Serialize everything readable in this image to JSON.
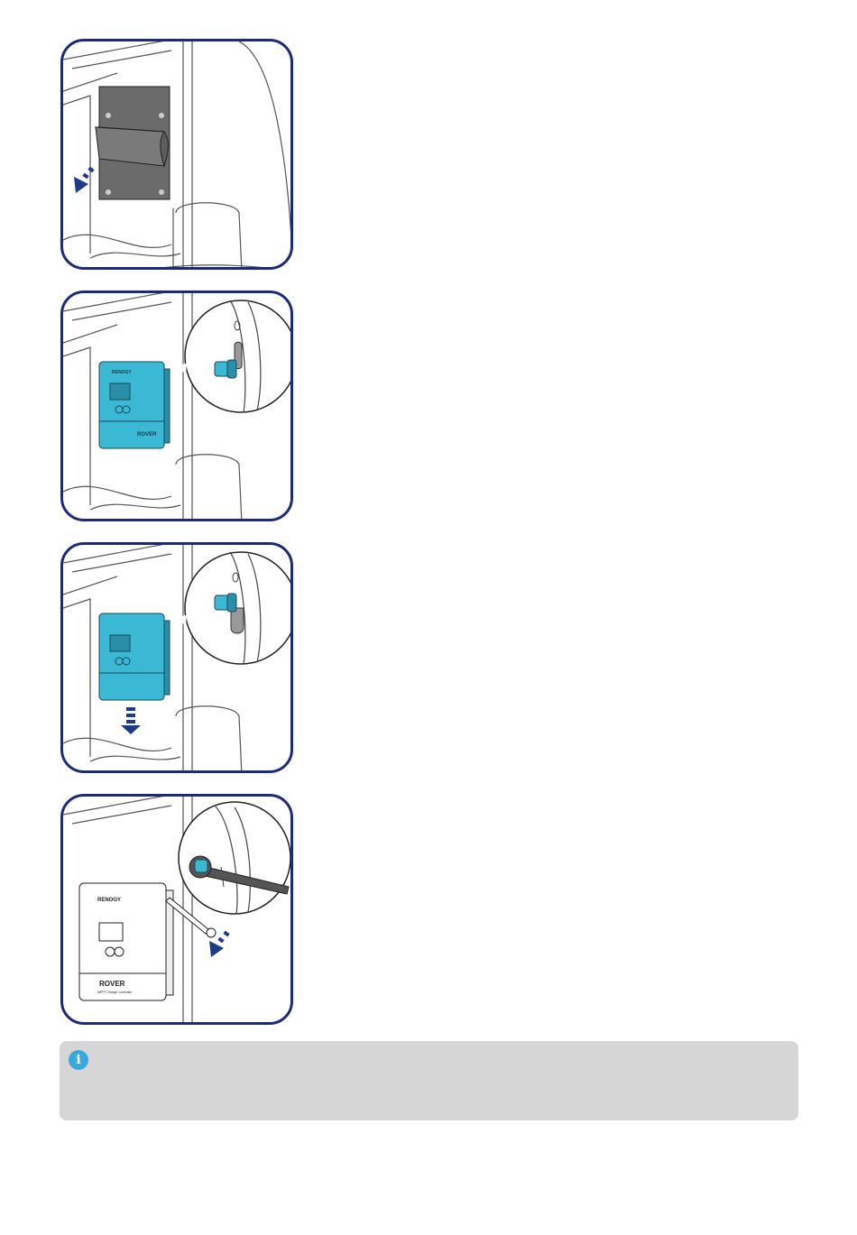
{
  "colors": {
    "panel_border": "#1c2a7a",
    "controller_blue": "#3bb8d4",
    "arrow_blue": "#1e3a8a",
    "plate_gray": "#6b6b6b",
    "note_bg": "#d6d6d6",
    "info_icon": "#3aa7dd"
  },
  "steps": [
    {
      "illustration": "mounting-plate-peel"
    },
    {
      "illustration": "controller-hang-on-bolts"
    },
    {
      "illustration": "controller-slide-down"
    },
    {
      "illustration": "tighten-bolts-with-wrench"
    }
  ],
  "controller": {
    "brand_logo": "RENOGY",
    "model_logo": "ROVER",
    "model_subtitle": "MPPT Charge Controller"
  },
  "note": {
    "icon": "info-icon",
    "icon_glyph": "i"
  }
}
